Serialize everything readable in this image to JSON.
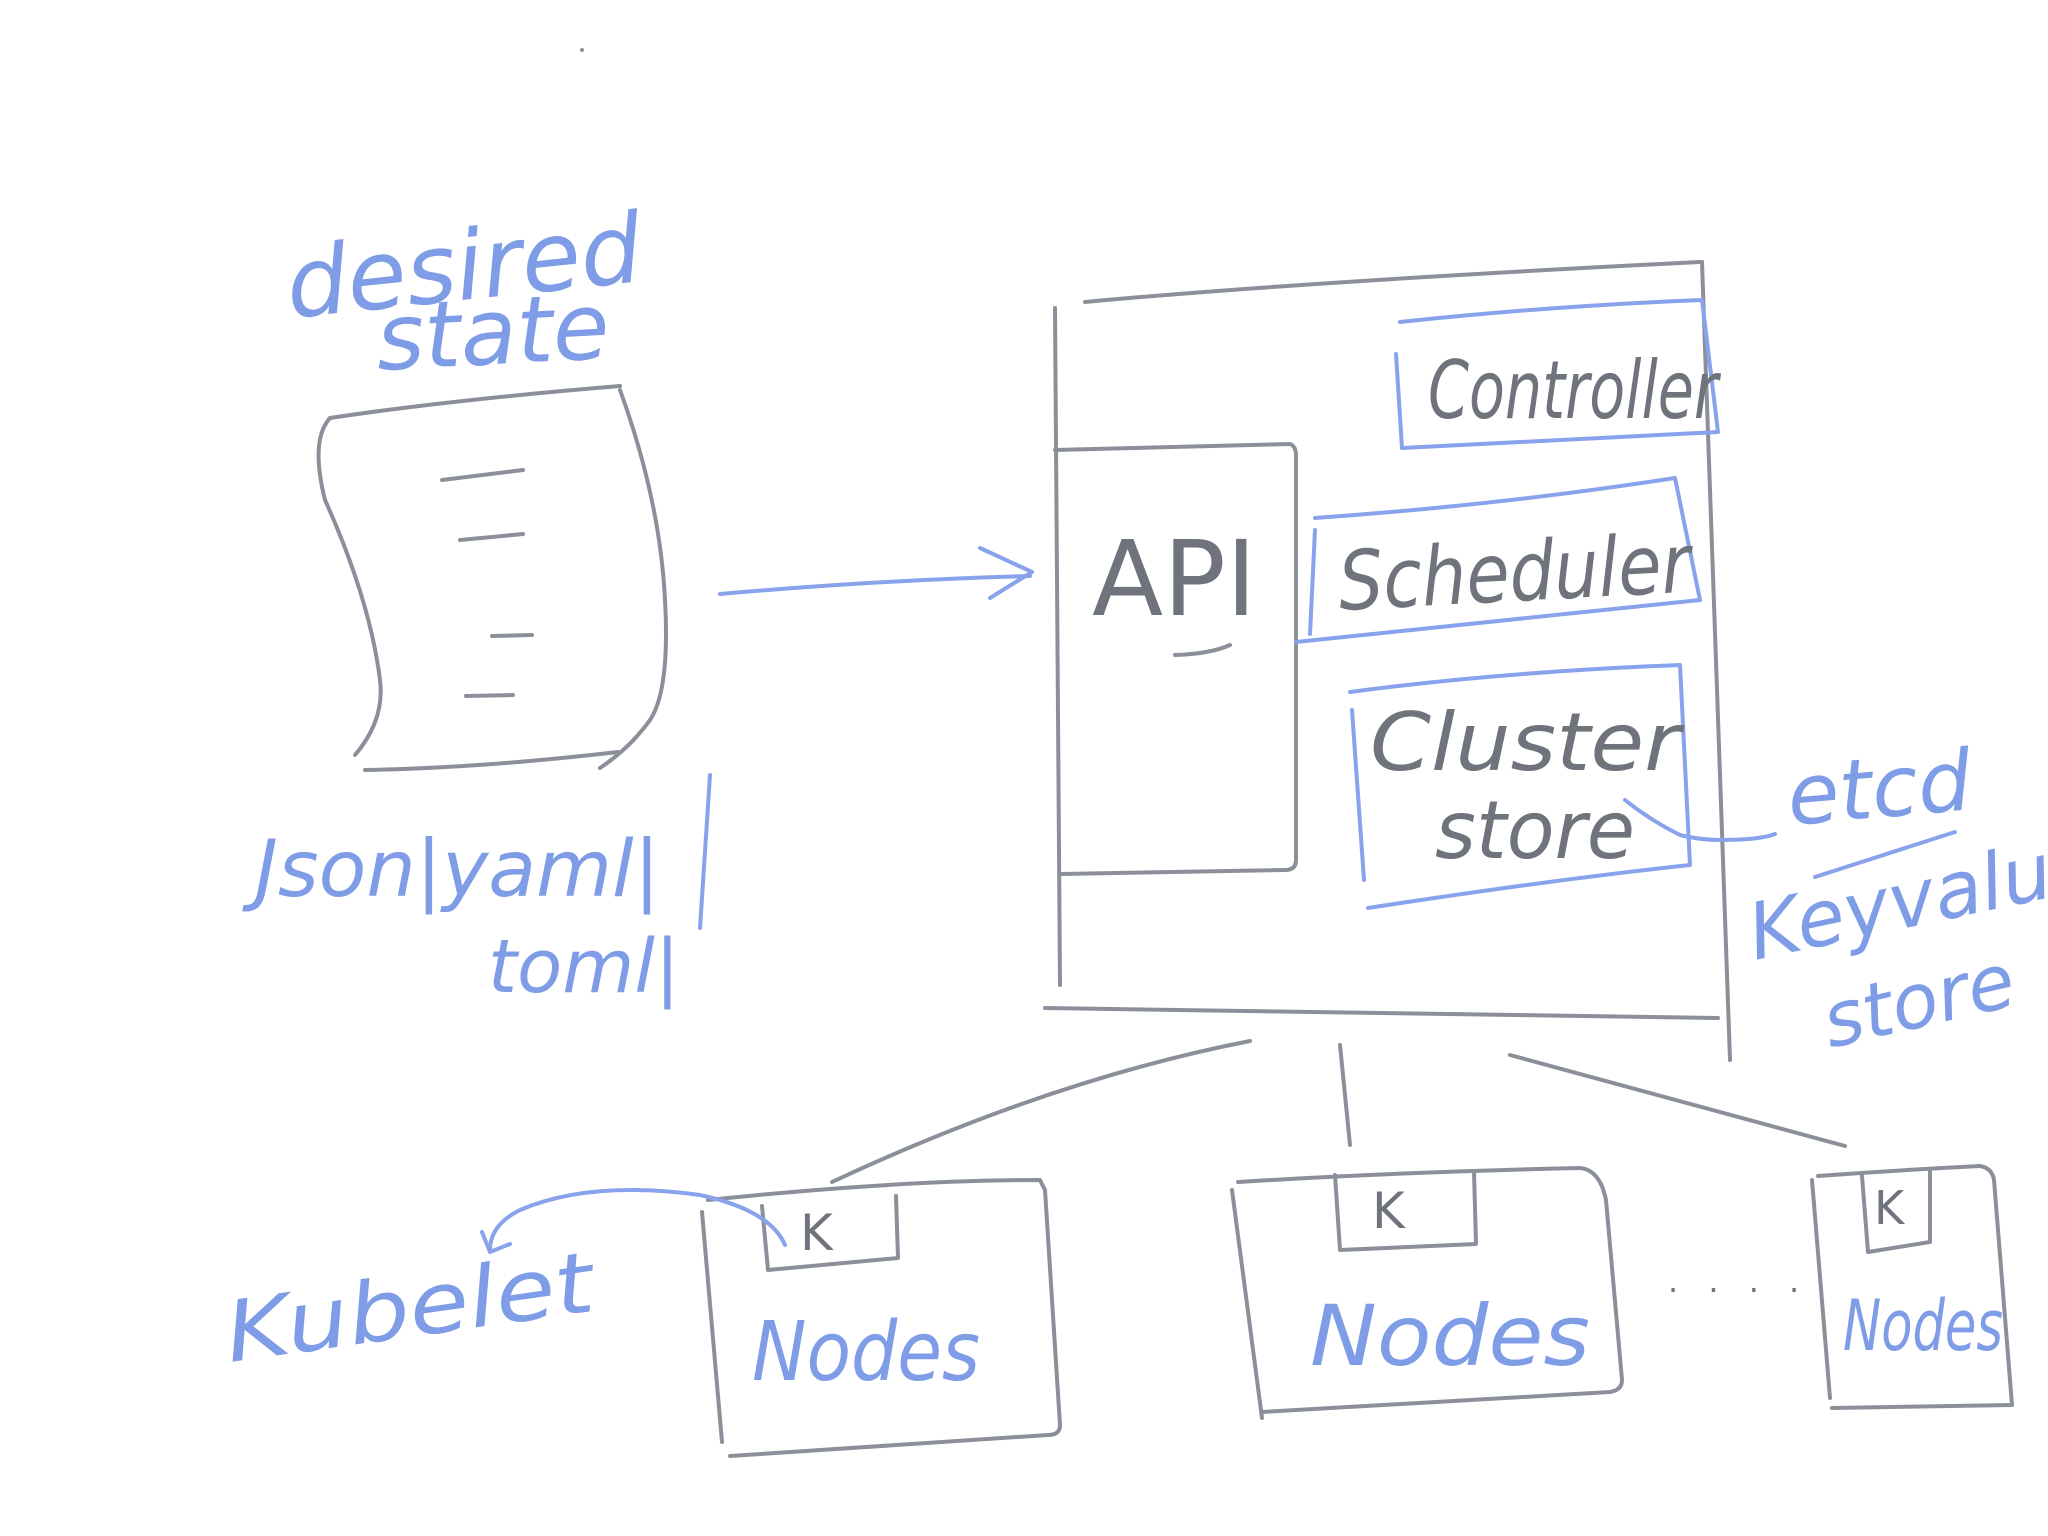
{
  "colors": {
    "ink_gray": "#8a8f99",
    "ink_blue": "#88a2ec",
    "background": "#ffffff"
  },
  "manifest": {
    "title_line1": "desired",
    "title_line2": "state",
    "formats_line1": "Json|yaml|",
    "formats_line2": "toml|"
  },
  "control_plane": {
    "api_label": "API",
    "controller_label": "Controller",
    "scheduler_label": "Scheduler",
    "cluster_store_line1": "Cluster",
    "cluster_store_line2": "store"
  },
  "etcd": {
    "name": "etcd",
    "desc_line1": "Keyvalue",
    "desc_line2": "store"
  },
  "nodes": [
    {
      "label": "Nodes",
      "kubelet_badge": "K"
    },
    {
      "label": "Nodes",
      "kubelet_badge": "K"
    },
    {
      "label": "Nodes",
      "kubelet_badge": "K"
    }
  ],
  "ellipsis": ". . . .",
  "kubelet_label": "Kubelet"
}
